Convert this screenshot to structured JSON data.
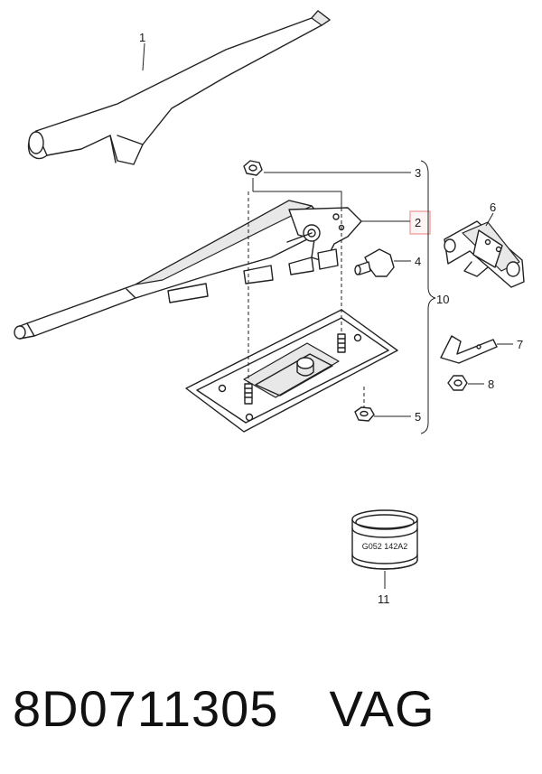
{
  "callouts": {
    "c1": "1",
    "c2": "2",
    "c3": "3",
    "c4": "4",
    "c5": "5",
    "c6": "6",
    "c7": "7",
    "c8": "8",
    "c10": "10",
    "c11": "11"
  },
  "ring_stamp": "G052 142A2",
  "highlight_color": "#f0a8a8",
  "caption": {
    "part_number": "8D0711305",
    "brand": "VAG"
  }
}
